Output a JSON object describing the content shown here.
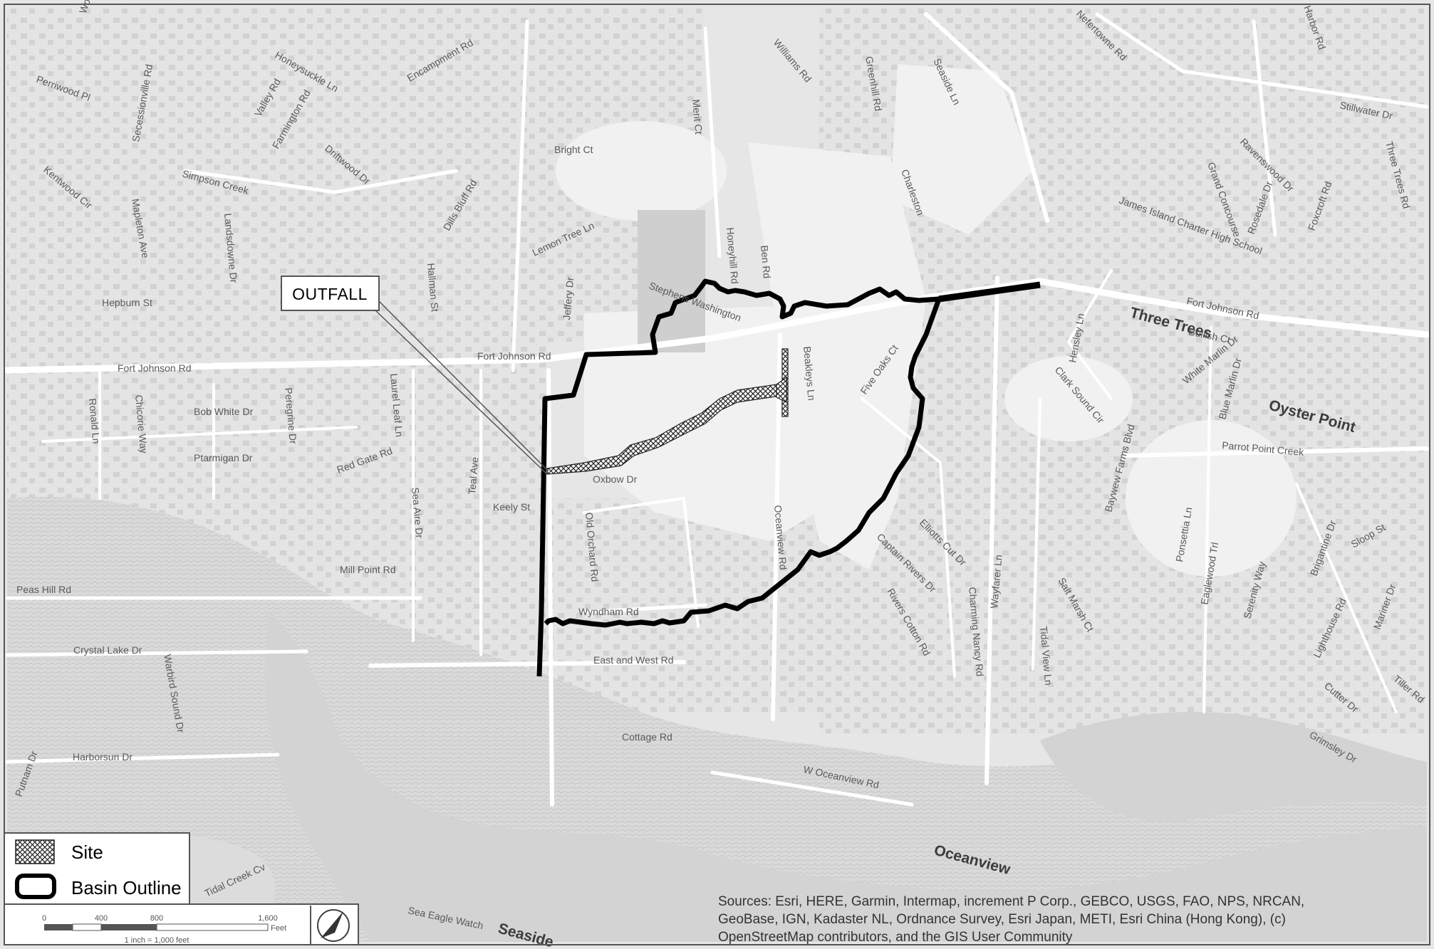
{
  "callout": {
    "label": "OUTFALL"
  },
  "legend": {
    "site_label": "Site",
    "basin_label": "Basin Outline"
  },
  "scale_bar": {
    "ticks": [
      "0",
      "400",
      "800",
      "1,600"
    ],
    "unit": "Feet",
    "ratio": "1 inch = 1,000 feet"
  },
  "north_arrow": {
    "icon": "north-arrow-icon"
  },
  "attribution": {
    "line1": "Sources: Esri, HERE, Garmin, Intermap, increment P Corp., GEBCO, USGS, FAO, NPS, NRCAN,",
    "line2": "GeoBase, IGN, Kadaster NL, Ordnance Survey, Esri Japan, METI, Esri China (Hong Kong), (c)",
    "line3": "OpenStreetMap contributors, and the GIS User Community"
  },
  "place_labels": [
    "Three Trees",
    "Oyster Point",
    "Oceanview",
    "Seaside"
  ],
  "road_labels": [
    "Fort Johnson Rd",
    "Fort Johnson Rd",
    "Fort Johnson Rd",
    "Simpson Creek",
    "Bright Ct",
    "Lemon Tree Ln",
    "Jeffery Dr",
    "Hepburn St",
    "Bob White Dr",
    "Ptarmigan Dr",
    "Red Gate Rd",
    "Keely St",
    "Mill Point Rd",
    "Peas Hill Rd",
    "Crystal Lake Dr",
    "Harborsun Dr",
    "Oxbow Dr",
    "Old Orchard Rd",
    "Wyndham Rd",
    "East and West Rd",
    "Cottage Rd",
    "W Oceanview Rd",
    "Tidal Creek Cv",
    "Sea Eagle Watch",
    "Oceanview Rd",
    "Ben Rd",
    "Merit Ct",
    "Williams Rd",
    "Honeysuckle Ln",
    "Valley Rd",
    "Farmington Rd",
    "Driftwood Dr",
    "Encampment Rd",
    "Dills Bluff Rd",
    "Hallman St",
    "Landsdowne Dr",
    "Secessionville Rd",
    "Perriwood Pl",
    "Kentwood Cir",
    "Mapleton Ave",
    "Ronald Ln",
    "Chicorie Way",
    "Laurel Leaf Ln",
    "Peregrine Dr",
    "Sea Aire Dr",
    "Teal Ave",
    "Beakleys Ln",
    "Five Oaks Ct",
    "Charleston",
    "Greenhill Rd",
    "Seaside Ln",
    "Elliotts Cut Dr",
    "Captain Rivers Dr",
    "Rivers Cotton Rd",
    "Charming Nancy Rd",
    "Wayfarer Ln",
    "Tidal View Ln",
    "Salt Marsh Ct",
    "Eaglewood Trl",
    "Serenity Way",
    "Ponsettia Ln",
    "Baywew Farms Blvd",
    "Clark Sound Cir",
    "Hensley Ln",
    "White Marlin Dr",
    "Blue Marlin Dr",
    "Bullish Ct",
    "Parrot Point Creek",
    "Sloop St",
    "Brigantine Dr",
    "Lighthouse Rd",
    "Mariner Dr",
    "Cutter Dr",
    "Grimsley Dr",
    "Tiller Rd",
    "Stillwater Dr",
    "Ravenswood Dr",
    "Grand Concourse",
    "Rosedale Dr",
    "Foxcroft Rd",
    "Three Trees Rd",
    "James Island Charter High School",
    "Warbird Sound Dr",
    "Putnam Dr",
    "Honeyhill Rd",
    "Stephens Washington",
    "Woods",
    "Nefertowne Rd",
    "Harbor Rd"
  ]
}
